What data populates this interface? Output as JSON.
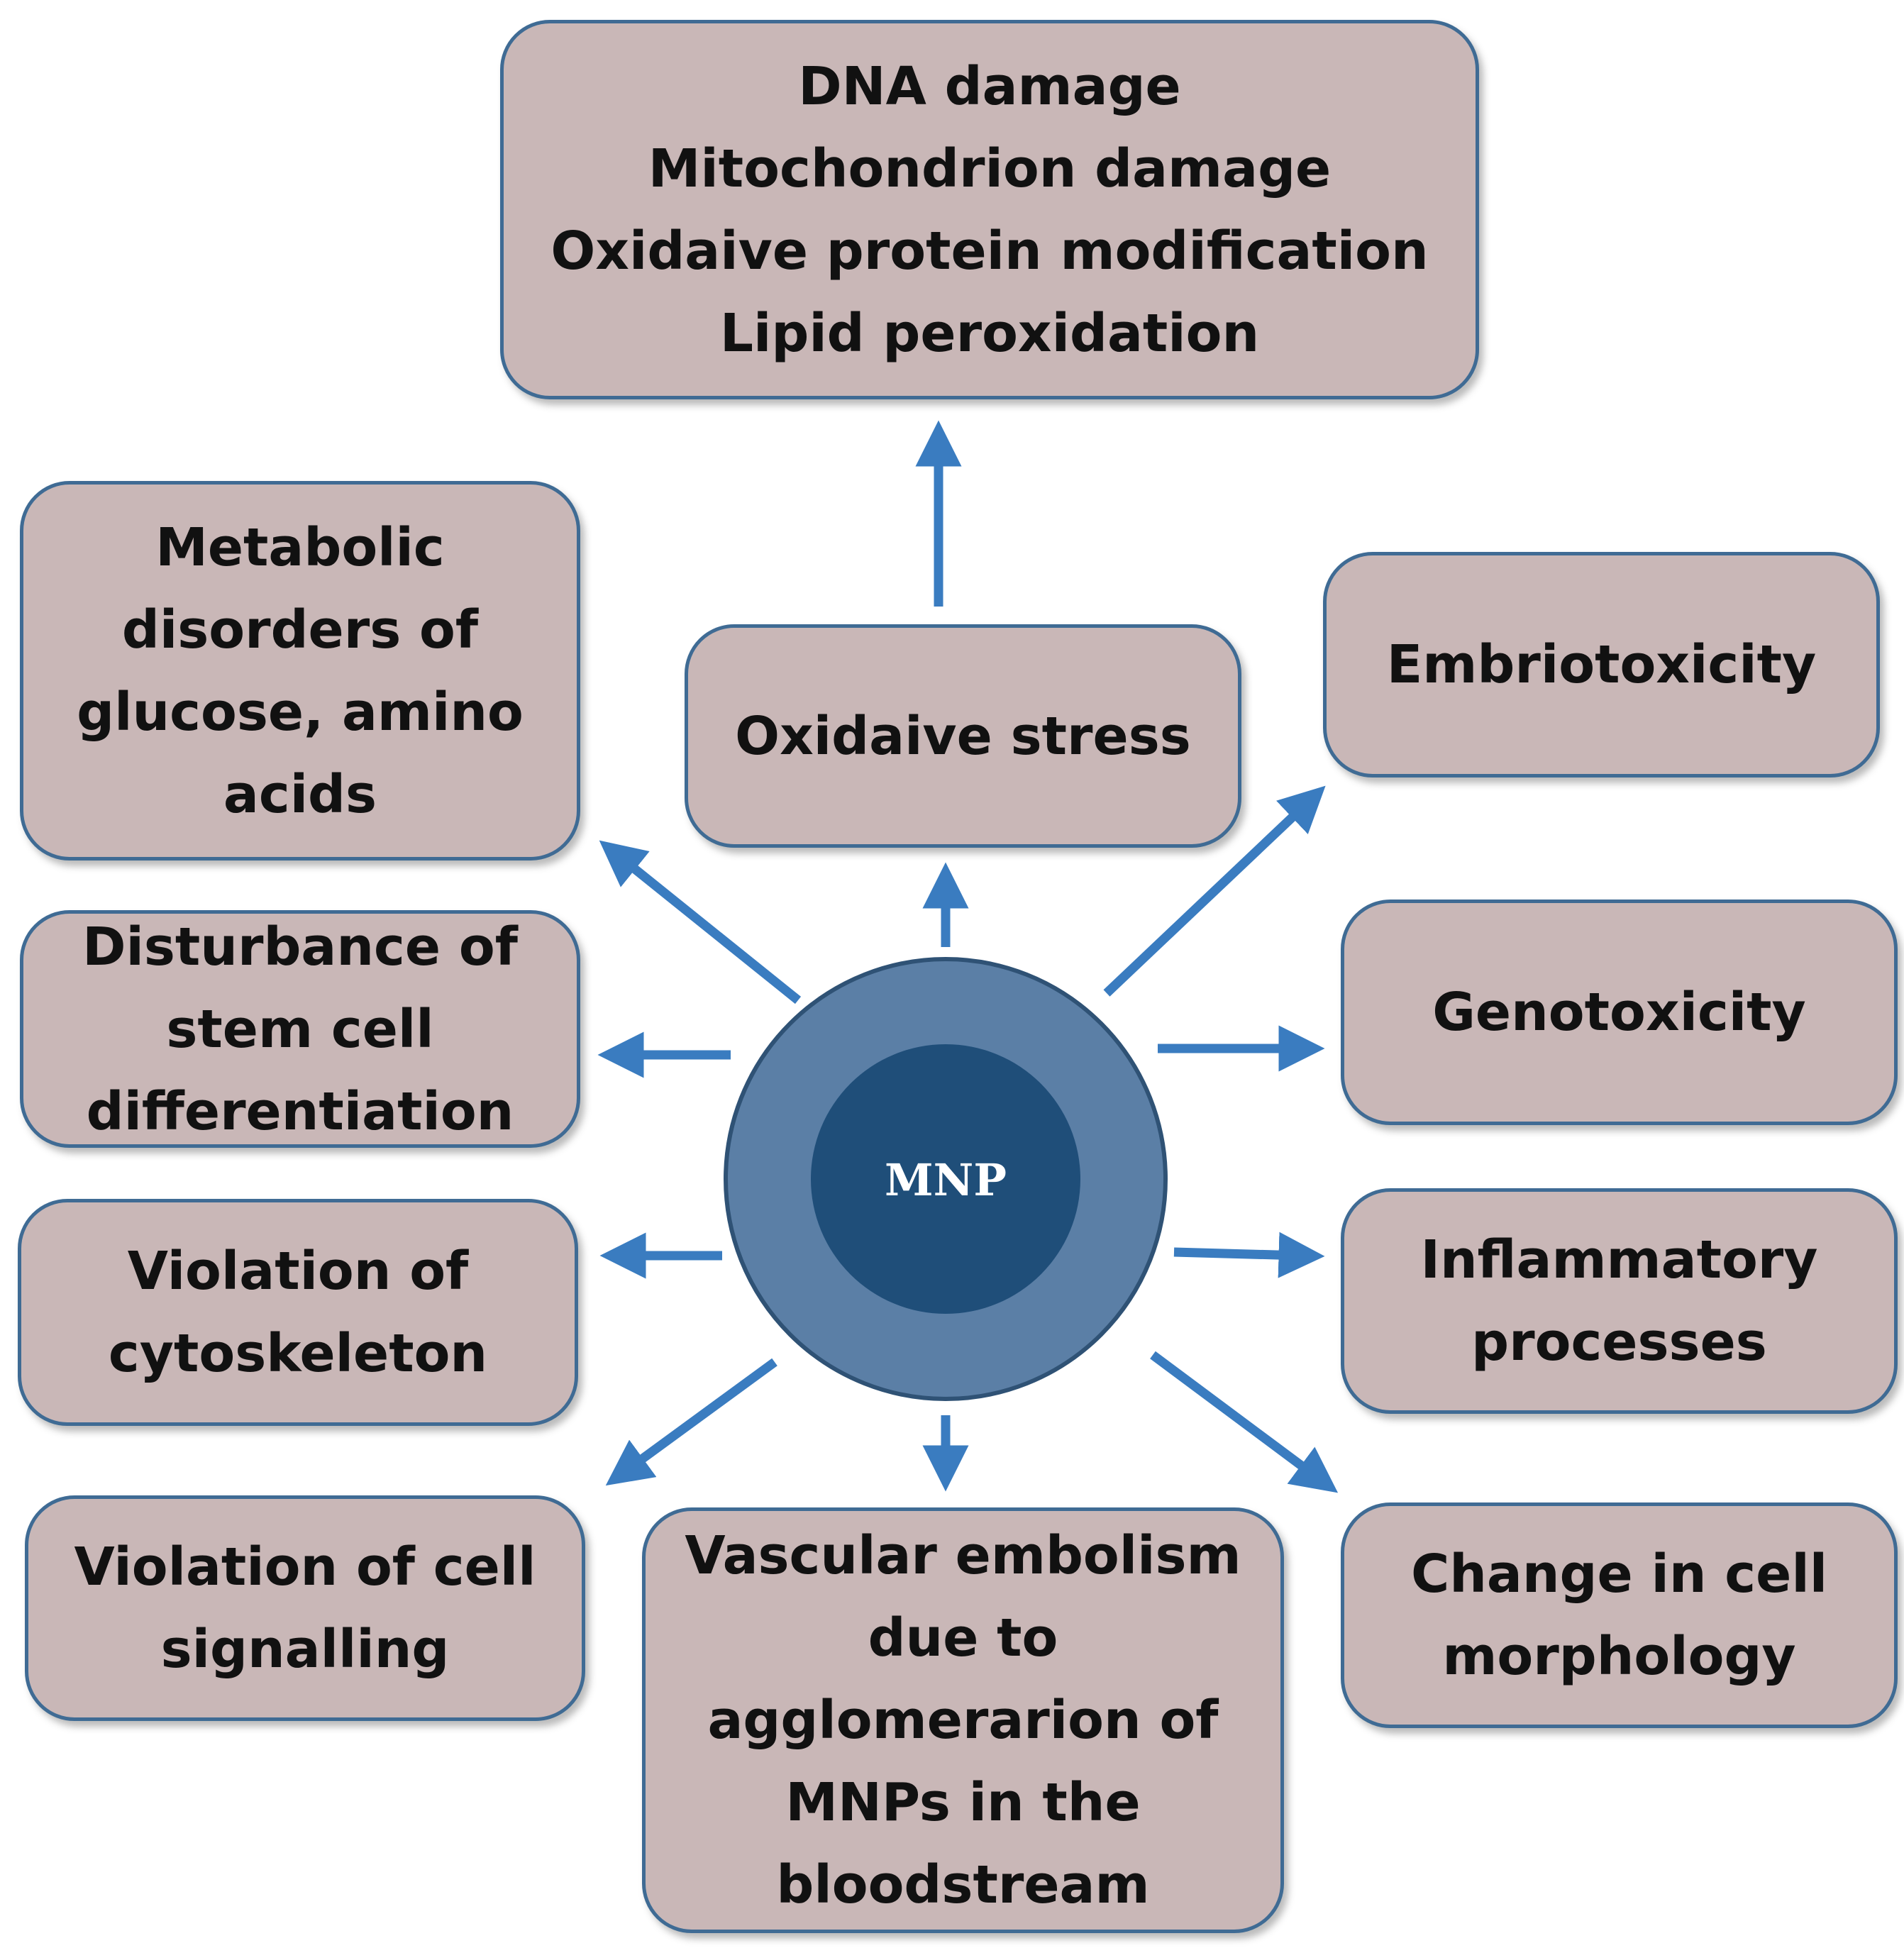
{
  "colors": {
    "box_fill": "#c9b7b7",
    "box_border": "#3f6b94",
    "arrow": "#3a7cc0",
    "circle_outer": "#5b7fa6",
    "circle_inner": "#1f4e79",
    "center_text": "#ffffff"
  },
  "center": {
    "label": "MNP"
  },
  "nodes": {
    "oxidative_effects": {
      "lines": [
        "DNA damage",
        "Mitochondrion damage",
        "Oxidaive protein modification",
        "Lipid peroxidation"
      ]
    },
    "oxidative_stress": {
      "lines": [
        "Oxidaive stress"
      ]
    },
    "metabolic_disorders": {
      "lines": [
        "Metabolic",
        "disorders of",
        "glucose, amino",
        "acids"
      ]
    },
    "stem_cell": {
      "lines": [
        "Disturbance of",
        "stem cell",
        "differentiation"
      ]
    },
    "cytoskeleton": {
      "lines": [
        "Violation of",
        "cytoskeleton"
      ]
    },
    "cell_signalling": {
      "lines": [
        "Violation of cell",
        "signalling"
      ]
    },
    "vascular_embolism": {
      "lines": [
        "Vascular embolism",
        "due to",
        "agglomerarion of",
        "MNPs in the",
        "bloodstream"
      ]
    },
    "embriotoxicity": {
      "lines": [
        "Embriotoxicity"
      ]
    },
    "genotoxicity": {
      "lines": [
        "Genotoxicity"
      ]
    },
    "inflammatory": {
      "lines": [
        "Inflammatory",
        "processes"
      ]
    },
    "cell_morphology": {
      "lines": [
        "Change in cell",
        "morphology"
      ]
    }
  }
}
